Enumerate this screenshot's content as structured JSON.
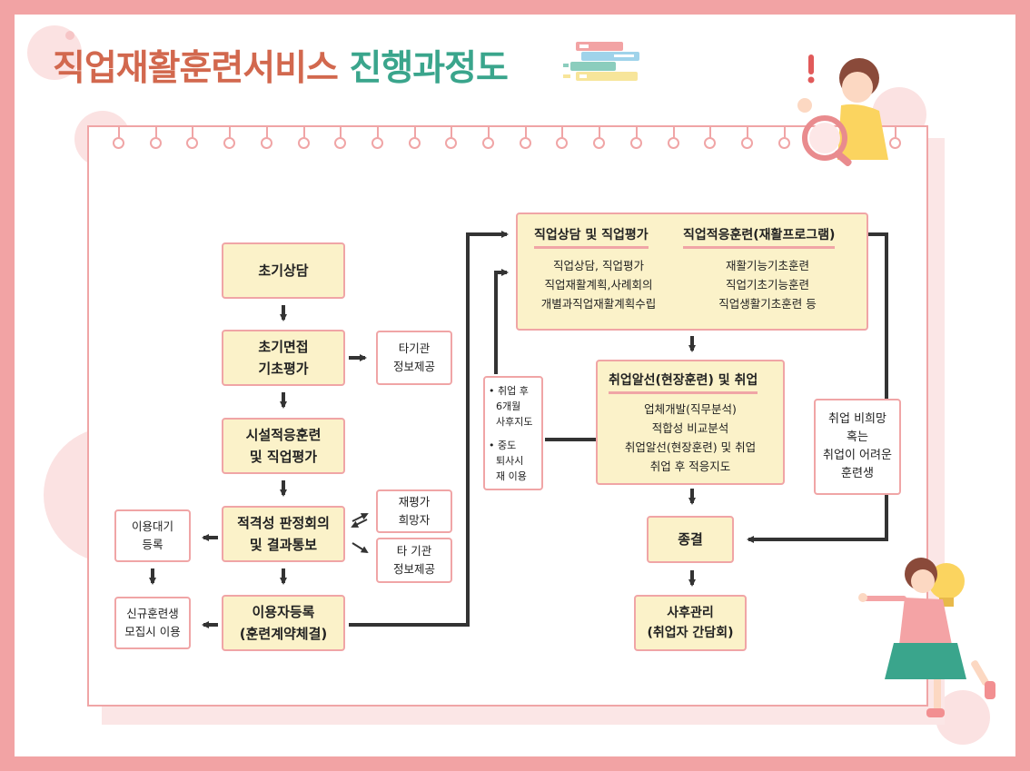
{
  "title": {
    "part1": "직업재활훈련서비스",
    "part2": "진행과정도"
  },
  "left_column": {
    "initial_consult": "초기상담",
    "initial_interview": "초기면접\n기초평가",
    "facility_training": "시설적응훈련\n및 직업평가",
    "eligibility": "적격성 판정회의\n및 결과통보",
    "registration": "이용자등록\n(훈련계약체결)"
  },
  "side_boxes": {
    "other_org_info_1": "타기관\n정보제공",
    "re_eval_wish": "재평가\n희망자",
    "other_org_info_2": "타 기관\n정보제공",
    "waitlist": "이용대기\n등록",
    "new_recruit": "신규훈련생\n모집시 이용"
  },
  "top_box": {
    "head_left": "직업상담 및 직업평가",
    "head_right": "직업적응훈련(재활프로그램)",
    "left_lines": [
      "직업상담, 직업평가",
      "직업재활계획,사례회의",
      "개별과직업재활계획수립"
    ],
    "right_lines": [
      "재활기능기초훈련",
      "직업기초기능훈련",
      "직업생활기초훈련 등"
    ]
  },
  "placement_box": {
    "head": "취업알선(현장훈련) 및 취업",
    "lines": [
      "업체개발(직무분석)",
      "적합성 비교분석",
      "취업알선(현장훈련) 및 취업",
      "취업 후 적응지도"
    ]
  },
  "followup_note": {
    "item1": [
      "취업 후",
      "6개월",
      "사후지도"
    ],
    "item2": [
      "중도",
      "퇴사시",
      "재 이용"
    ]
  },
  "right_note": "취업 비희망\n혹는\n취업이 어려운\n훈련생",
  "termination": "종결",
  "aftercare": "사후관리\n(취업자 간담회)",
  "colors": {
    "accent_pink": "#f0a5a6",
    "box_fill": "#fbf2c9",
    "title_orange": "#d2684e",
    "title_green": "#3aa58c",
    "arrow": "#333333"
  }
}
